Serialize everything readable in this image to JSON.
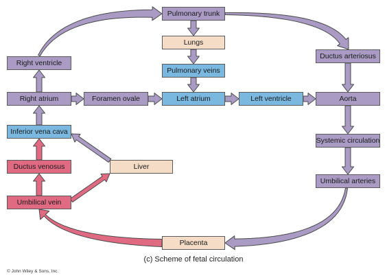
{
  "nodes": {
    "pulmonary_trunk": "Pulmonary trunk",
    "lungs": "Lungs",
    "pulmonary_veins": "Pulmonary veins",
    "right_ventricle": "Right ventricle",
    "right_atrium": "Right atrium",
    "foramen_ovale": "Foramen ovale",
    "left_atrium": "Left atrium",
    "left_ventricle": "Left ventricle",
    "aorta": "Aorta",
    "ductus_arteriosus": "Ductus arteriosus",
    "systemic_circulation": "Systemic circulation",
    "umbilical_arteries": "Umbilical arteries",
    "inferior_vena_cava": "Inferior vena cava",
    "ductus_venosus": "Ductus venosus",
    "umbilical_vein": "Umbilical vein",
    "liver": "Liver",
    "placenta": "Placenta"
  },
  "caption": "(c) Scheme of fetal circulation",
  "copyright": "© John Wiley & Sons, Inc.",
  "colors": {
    "purple": "#a99bc4",
    "blue": "#7ab8e0",
    "peach": "#f4dcc6",
    "pink": "#e06a82",
    "arrow_purple": "#a99bc4",
    "arrow_pink": "#e06a82"
  }
}
